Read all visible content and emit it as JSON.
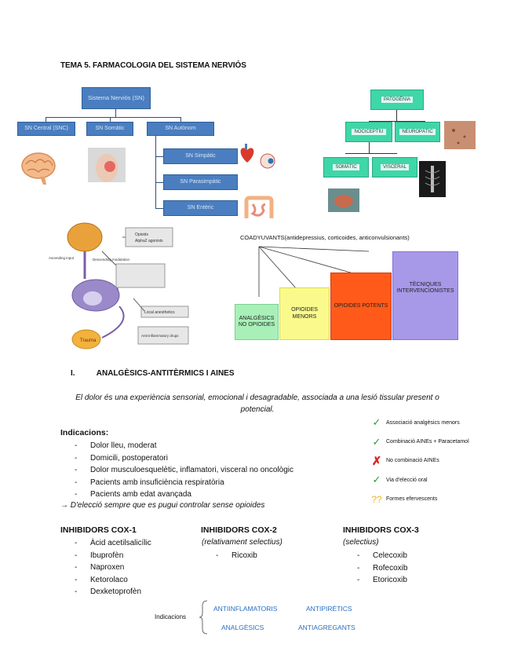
{
  "title": "TEMA 5. FARMACOLOGIA DEL SISTEMA NERVIÓS",
  "sn_tree": {
    "root": "Sistema Nerviós (SN)",
    "central": "SN Central (SNC)",
    "somatic": "SN Somàtic",
    "autonom": "SN Autònom",
    "simpatic": "SN Simpàtic",
    "parasimpatic": "SN Parasimpàtic",
    "enteric": "SN Entèric"
  },
  "noci": {
    "root": "PATOGÈNIA",
    "nociceptiu": "NOCICEPTIU",
    "neuropatic": "NEUROPÀTIC",
    "somatic": "SOMÀTIC",
    "visceral": "VISCERAL"
  },
  "pathway": {
    "labels": [
      "Opioids",
      "Alpha2 agonists",
      "Descending modulation",
      "Ascending input",
      "Local anesthetics",
      "Anti-inflammatory drugs"
    ]
  },
  "ladder": {
    "coadyuvants": "COADYUVANTS(antidepressius, corticoides, anticonvulsionants)",
    "steps": [
      {
        "label": "ANALGÈSICS NO OPIOIDES",
        "color": "#a9f0b8"
      },
      {
        "label": "OPIOIDES MENORS",
        "color": "#fafa8c"
      },
      {
        "label": "OPIOIDES POTENTS",
        "color": "#ff5a1a"
      },
      {
        "label": "TÈCNIQUES INTERVENCIONISTES",
        "color": "#a898e8"
      }
    ]
  },
  "section": {
    "number": "I.",
    "title": "ANALGÈSICS-ANTITÈRMICS I AINES"
  },
  "quote": "El dolor és una experiència sensorial, emocional i desagradable, associada a una lesió tissular present o potencial.",
  "indicacions": {
    "heading": "Indicacions:",
    "items": [
      "Dolor lleu, moderat",
      "Domicili, postoperatori",
      "Dolor musculoesquelètic, inflamatori, visceral no oncològic",
      "Pacients amb insuficiència respiratòria",
      "Pacients amb edat avançada"
    ],
    "note": "→ D'elecció sempre que es pugui controlar sense opioides"
  },
  "checks": [
    {
      "symbol": "✓",
      "color": "#2e9a3a",
      "text": "Associació analgèsics menors"
    },
    {
      "symbol": "✓",
      "color": "#2e9a3a",
      "text": "Combinació AINEs + Paracetamol"
    },
    {
      "symbol": "✗",
      "color": "#e02020",
      "text": "No combinació AINEs"
    },
    {
      "symbol": "✓",
      "color": "#2e9a3a",
      "text": "Via d'elecció oral"
    },
    {
      "symbol": "??",
      "color": "#f2b321",
      "text": "Formes efervescents"
    }
  ],
  "cox1": {
    "head": "INHIBIDORS COX-1",
    "items": [
      "Àcid acetilsalicílic",
      "Ibuprofèn",
      "Naproxen",
      "Ketorolaco",
      "Dexketoprofèn"
    ]
  },
  "cox2": {
    "head": "INHIBIDORS COX-2",
    "sub": "(relativament selectius)",
    "items": [
      "Ricoxib"
    ]
  },
  "cox3": {
    "head": "INHIBIDORS COX-3",
    "sub": "(selectius)",
    "items": [
      "Celecoxib",
      "Rofecoxib",
      "Etoricoxib"
    ]
  },
  "final": {
    "label": "Indicacions",
    "items": [
      "ANTIINFLAMATORIS",
      "ANTIPIRÈTICS",
      "ANALGÈSICS",
      "ANTIAGREGANTS"
    ]
  }
}
